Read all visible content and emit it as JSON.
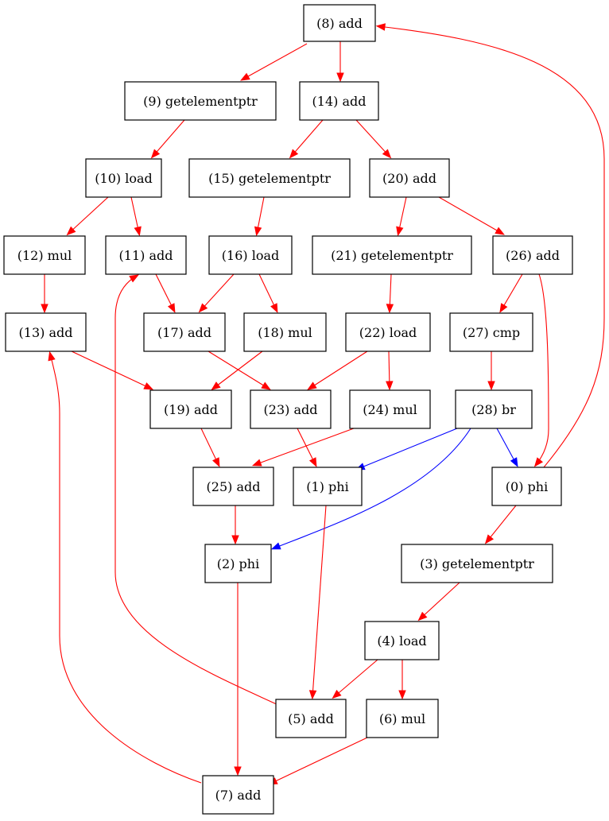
{
  "colors": {
    "data_edge": "#ff0000",
    "control_edge": "#0000ff",
    "node_border": "#000000",
    "background": "#ffffff"
  },
  "nodes": {
    "n0": "(0) phi",
    "n1": "(1) phi",
    "n2": "(2) phi",
    "n3": "(3) getelementptr",
    "n4": "(4) load",
    "n5": "(5) add",
    "n6": "(6) mul",
    "n7": "(7) add",
    "n8": "(8) add",
    "n9": "(9) getelementptr",
    "n10": "(10) load",
    "n11": "(11) add",
    "n12": "(12) mul",
    "n13": "(13) add",
    "n14": "(14) add",
    "n15": "(15) getelementptr",
    "n16": "(16) load",
    "n17": "(17) add",
    "n18": "(18) mul",
    "n19": "(19) add",
    "n20": "(20) add",
    "n21": "(21) getelementptr",
    "n22": "(22) load",
    "n23": "(23) add",
    "n24": "(24) mul",
    "n25": "(25) add",
    "n26": "(26) add",
    "n27": "(27) cmp",
    "n28": "(28) br"
  },
  "edges": [
    {
      "from": "n8",
      "to": "n9",
      "kind": "data"
    },
    {
      "from": "n8",
      "to": "n14",
      "kind": "data"
    },
    {
      "from": "n9",
      "to": "n10",
      "kind": "data"
    },
    {
      "from": "n14",
      "to": "n15",
      "kind": "data"
    },
    {
      "from": "n14",
      "to": "n20",
      "kind": "data"
    },
    {
      "from": "n10",
      "to": "n12",
      "kind": "data"
    },
    {
      "from": "n10",
      "to": "n11",
      "kind": "data"
    },
    {
      "from": "n15",
      "to": "n16",
      "kind": "data"
    },
    {
      "from": "n20",
      "to": "n21",
      "kind": "data"
    },
    {
      "from": "n20",
      "to": "n26",
      "kind": "data"
    },
    {
      "from": "n12",
      "to": "n13",
      "kind": "data"
    },
    {
      "from": "n11",
      "to": "n17",
      "kind": "data"
    },
    {
      "from": "n16",
      "to": "n17",
      "kind": "data"
    },
    {
      "from": "n16",
      "to": "n18",
      "kind": "data"
    },
    {
      "from": "n21",
      "to": "n22",
      "kind": "data"
    },
    {
      "from": "n26",
      "to": "n27",
      "kind": "data"
    },
    {
      "from": "n26",
      "to": "n0",
      "kind": "data"
    },
    {
      "from": "n13",
      "to": "n19",
      "kind": "data"
    },
    {
      "from": "n18",
      "to": "n19",
      "kind": "data"
    },
    {
      "from": "n17",
      "to": "n23",
      "kind": "data"
    },
    {
      "from": "n22",
      "to": "n23",
      "kind": "data"
    },
    {
      "from": "n22",
      "to": "n24",
      "kind": "data"
    },
    {
      "from": "n27",
      "to": "n28",
      "kind": "data"
    },
    {
      "from": "n19",
      "to": "n25",
      "kind": "data"
    },
    {
      "from": "n24",
      "to": "n25",
      "kind": "data"
    },
    {
      "from": "n23",
      "to": "n1",
      "kind": "data"
    },
    {
      "from": "n28",
      "to": "n1",
      "kind": "control"
    },
    {
      "from": "n28",
      "to": "n0",
      "kind": "control"
    },
    {
      "from": "n28",
      "to": "n2",
      "kind": "control"
    },
    {
      "from": "n25",
      "to": "n2",
      "kind": "data"
    },
    {
      "from": "n0",
      "to": "n3",
      "kind": "data"
    },
    {
      "from": "n0",
      "to": "n8",
      "kind": "data"
    },
    {
      "from": "n3",
      "to": "n4",
      "kind": "data"
    },
    {
      "from": "n4",
      "to": "n5",
      "kind": "data"
    },
    {
      "from": "n4",
      "to": "n6",
      "kind": "data"
    },
    {
      "from": "n1",
      "to": "n5",
      "kind": "data"
    },
    {
      "from": "n2",
      "to": "n7",
      "kind": "data"
    },
    {
      "from": "n6",
      "to": "n7",
      "kind": "data"
    },
    {
      "from": "n5",
      "to": "n11",
      "kind": "data"
    },
    {
      "from": "n7",
      "to": "n13",
      "kind": "data"
    }
  ]
}
